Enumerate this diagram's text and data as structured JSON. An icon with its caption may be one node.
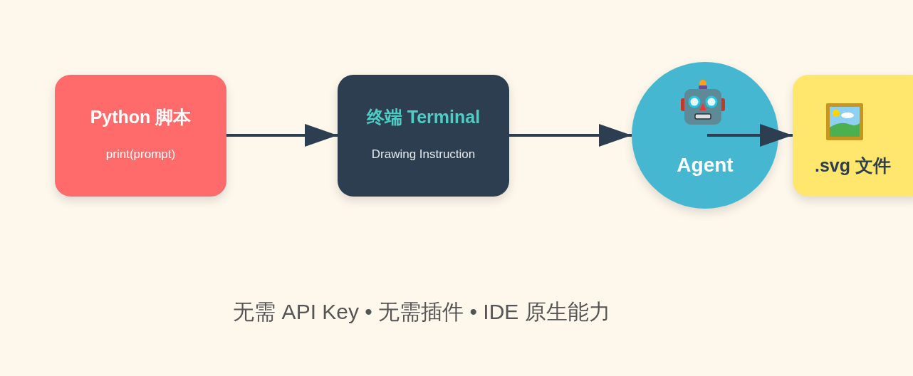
{
  "diagram": {
    "nodes": [
      {
        "text": [
          "Python 脚本",
          "print(prompt)"
        ]
      },
      {
        "text": [
          "终端 Terminal",
          "Drawing Instruction"
        ]
      },
      {
        "text": [
          "Agent"
        ]
      },
      {
        "text": [
          ".svg 文件"
        ]
      }
    ],
    "edges": [
      {
        "from": 0,
        "to": 1,
        "arrow": "to"
      },
      {
        "from": 1,
        "to": 2,
        "arrow": "to"
      },
      {
        "from": 2,
        "to": 3,
        "arrow": "to"
      }
    ],
    "labels": [
      "无需 API Key • 无需插件 • IDE 原生能力"
    ]
  }
}
